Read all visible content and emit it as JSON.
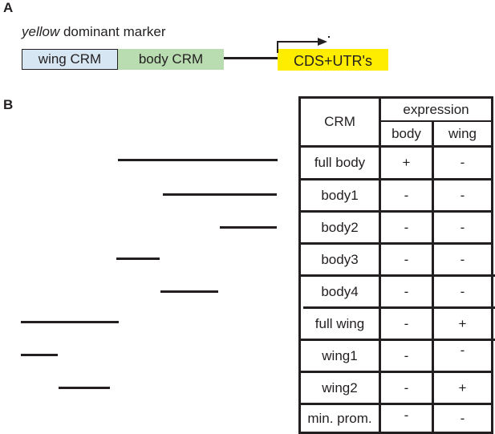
{
  "panel_a": {
    "letter": "A",
    "title_italic": "yellow",
    "title_rest": " dominant marker",
    "wing_crm_label": "wing CRM",
    "body_crm_label": "body CRM",
    "cds_label": "CDS+UTR's",
    "colors": {
      "wing": "#d6e6f2",
      "body": "#b9dcb1",
      "cds": "#ffed00"
    }
  },
  "panel_b": {
    "letter": "B",
    "header": {
      "crm": "CRM",
      "expression": "expression",
      "body": "body",
      "wing": "wing"
    },
    "rows": [
      {
        "name": "full body",
        "body": "+",
        "wing": "-"
      },
      {
        "name": "body1",
        "body": "-",
        "wing": "-"
      },
      {
        "name": "body2",
        "body": "-",
        "wing": "-"
      },
      {
        "name": "body3",
        "body": "-",
        "wing": "-"
      },
      {
        "name": "body4",
        "body": "-",
        "wing": "-"
      },
      {
        "name": "full wing",
        "body": "-",
        "wing": "+"
      },
      {
        "name": "wing1",
        "body": "-",
        "wing": "-"
      },
      {
        "name": "wing2",
        "body": "-",
        "wing": "+"
      },
      {
        "name": "min. prom.",
        "body": "-",
        "wing": "-"
      }
    ]
  }
}
